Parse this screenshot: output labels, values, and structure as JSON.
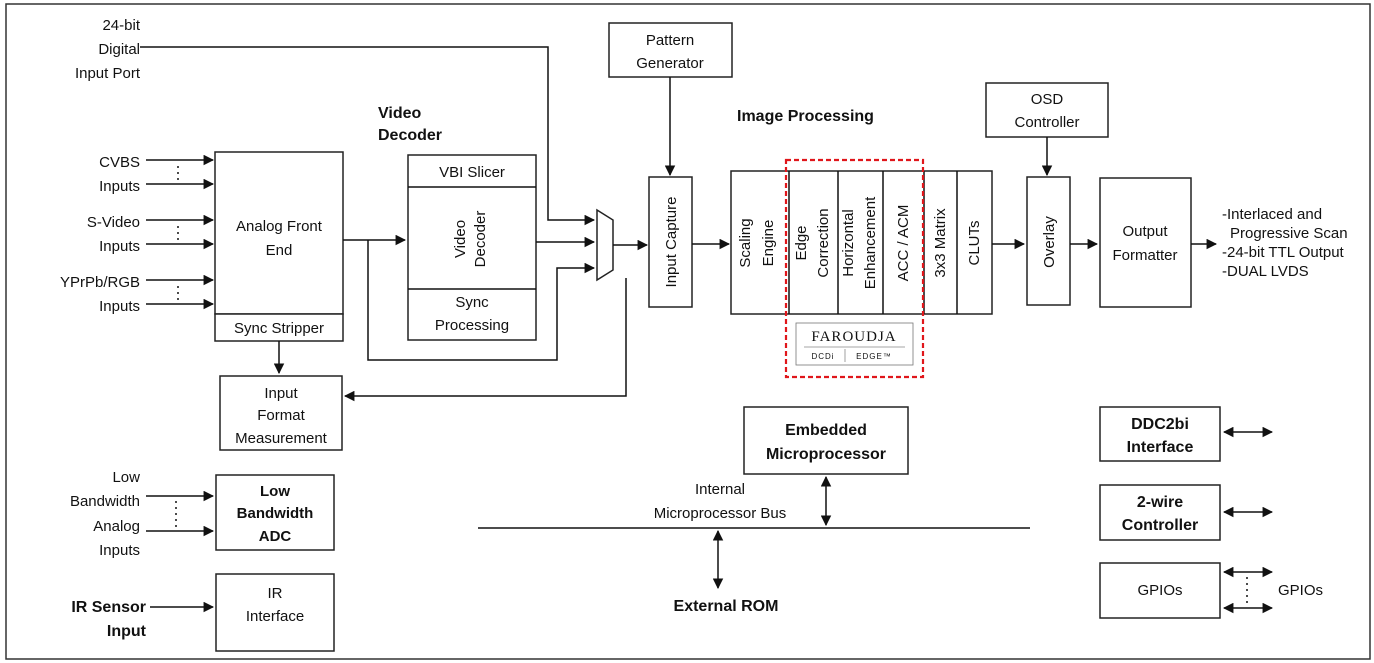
{
  "inputs": {
    "digital": [
      "24-bit",
      "Digital",
      "Input Port"
    ],
    "cvbs": [
      "CVBS",
      "Inputs"
    ],
    "svideo": [
      "S-Video",
      "Inputs"
    ],
    "ypbpr": [
      "YPrPb/RGB",
      "Inputs"
    ],
    "low_bw": [
      "Low",
      "Bandwidth",
      "Analog",
      "Inputs"
    ],
    "ir": [
      "IR Sensor",
      "Input"
    ]
  },
  "blocks": {
    "afe": [
      "Analog Front",
      "End"
    ],
    "sync_stripper": "Sync Stripper",
    "input_format": [
      "Input",
      "Format",
      "Measurement"
    ],
    "video_decoder_heading": [
      "Video",
      "Decoder"
    ],
    "vbi_slicer": "VBI Slicer",
    "video_decoder_inner": [
      "Video",
      "Decoder"
    ],
    "sync_processing": [
      "Sync",
      "Processing"
    ],
    "pattern_generator": [
      "Pattern",
      "Generator"
    ],
    "input_capture": "Input Capture",
    "image_processing_heading": "Image Processing",
    "scaling_engine": [
      "Scaling",
      "Engine"
    ],
    "edge_correction": [
      "Edge",
      "Correction"
    ],
    "horizontal_enhancement": [
      "Horizontal",
      "Enhancement"
    ],
    "acc_acm": "ACC / ACM",
    "matrix": "3x3 Matrix",
    "cluts": "CLUTs",
    "osd_controller": [
      "OSD",
      "Controller"
    ],
    "overlay": "Overlay",
    "output_formatter": [
      "Output",
      "Formatter"
    ],
    "low_bw_adc": [
      "Low",
      "Bandwidth",
      "ADC"
    ],
    "ir_interface": [
      "IR",
      "Interface"
    ],
    "embedded_micro": [
      "Embedded",
      "Microprocessor"
    ],
    "bus_label": [
      "Internal",
      "Microprocessor Bus"
    ],
    "external_rom": "External ROM",
    "ddc2bi": [
      "DDC2bi",
      "Interface"
    ],
    "two_wire": [
      "2-wire",
      "Controller"
    ],
    "gpios_box": "GPIOs",
    "gpios_label": "GPIOs"
  },
  "outputs": [
    "-Interlaced and",
    "Progressive Scan",
    "-24-bit TTL Output",
    "-DUAL LVDS"
  ],
  "logo": {
    "brand": "FAROUDJA",
    "left": "DCDi",
    "right": "EDGE™"
  },
  "colors": {
    "highlight": "#e0161b",
    "line": "#111111"
  }
}
